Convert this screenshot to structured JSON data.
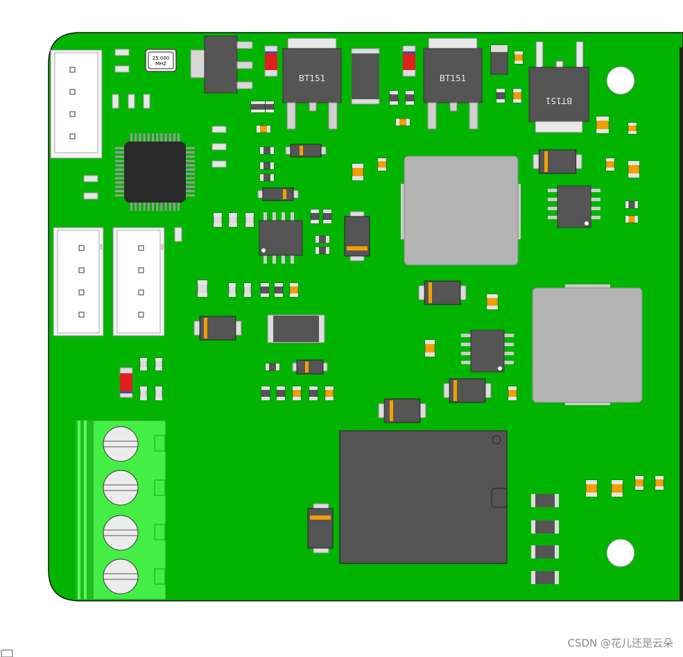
{
  "colors": {
    "pcb": "#00b400",
    "pcb_edge": "#111111",
    "ic": "#555555",
    "qfp": "#2a2a2a",
    "pad": "#e0e0e0",
    "pin": "#bdbdbd",
    "orange": "#f0a000",
    "inductor": "#b4b4b4",
    "diode_band": "#f2a000",
    "zener": "#e02020",
    "terminal": "#46ff46",
    "terminal_dark": "#22cc22",
    "hole": "#ffffff"
  },
  "labels": {
    "triac_1": "BT151",
    "triac_2": "BT151",
    "triac_3": "BT151",
    "crystal_line1": "25.000",
    "crystal_line2": "MHZ"
  },
  "watermark": "CSDN @花儿还是云朵"
}
